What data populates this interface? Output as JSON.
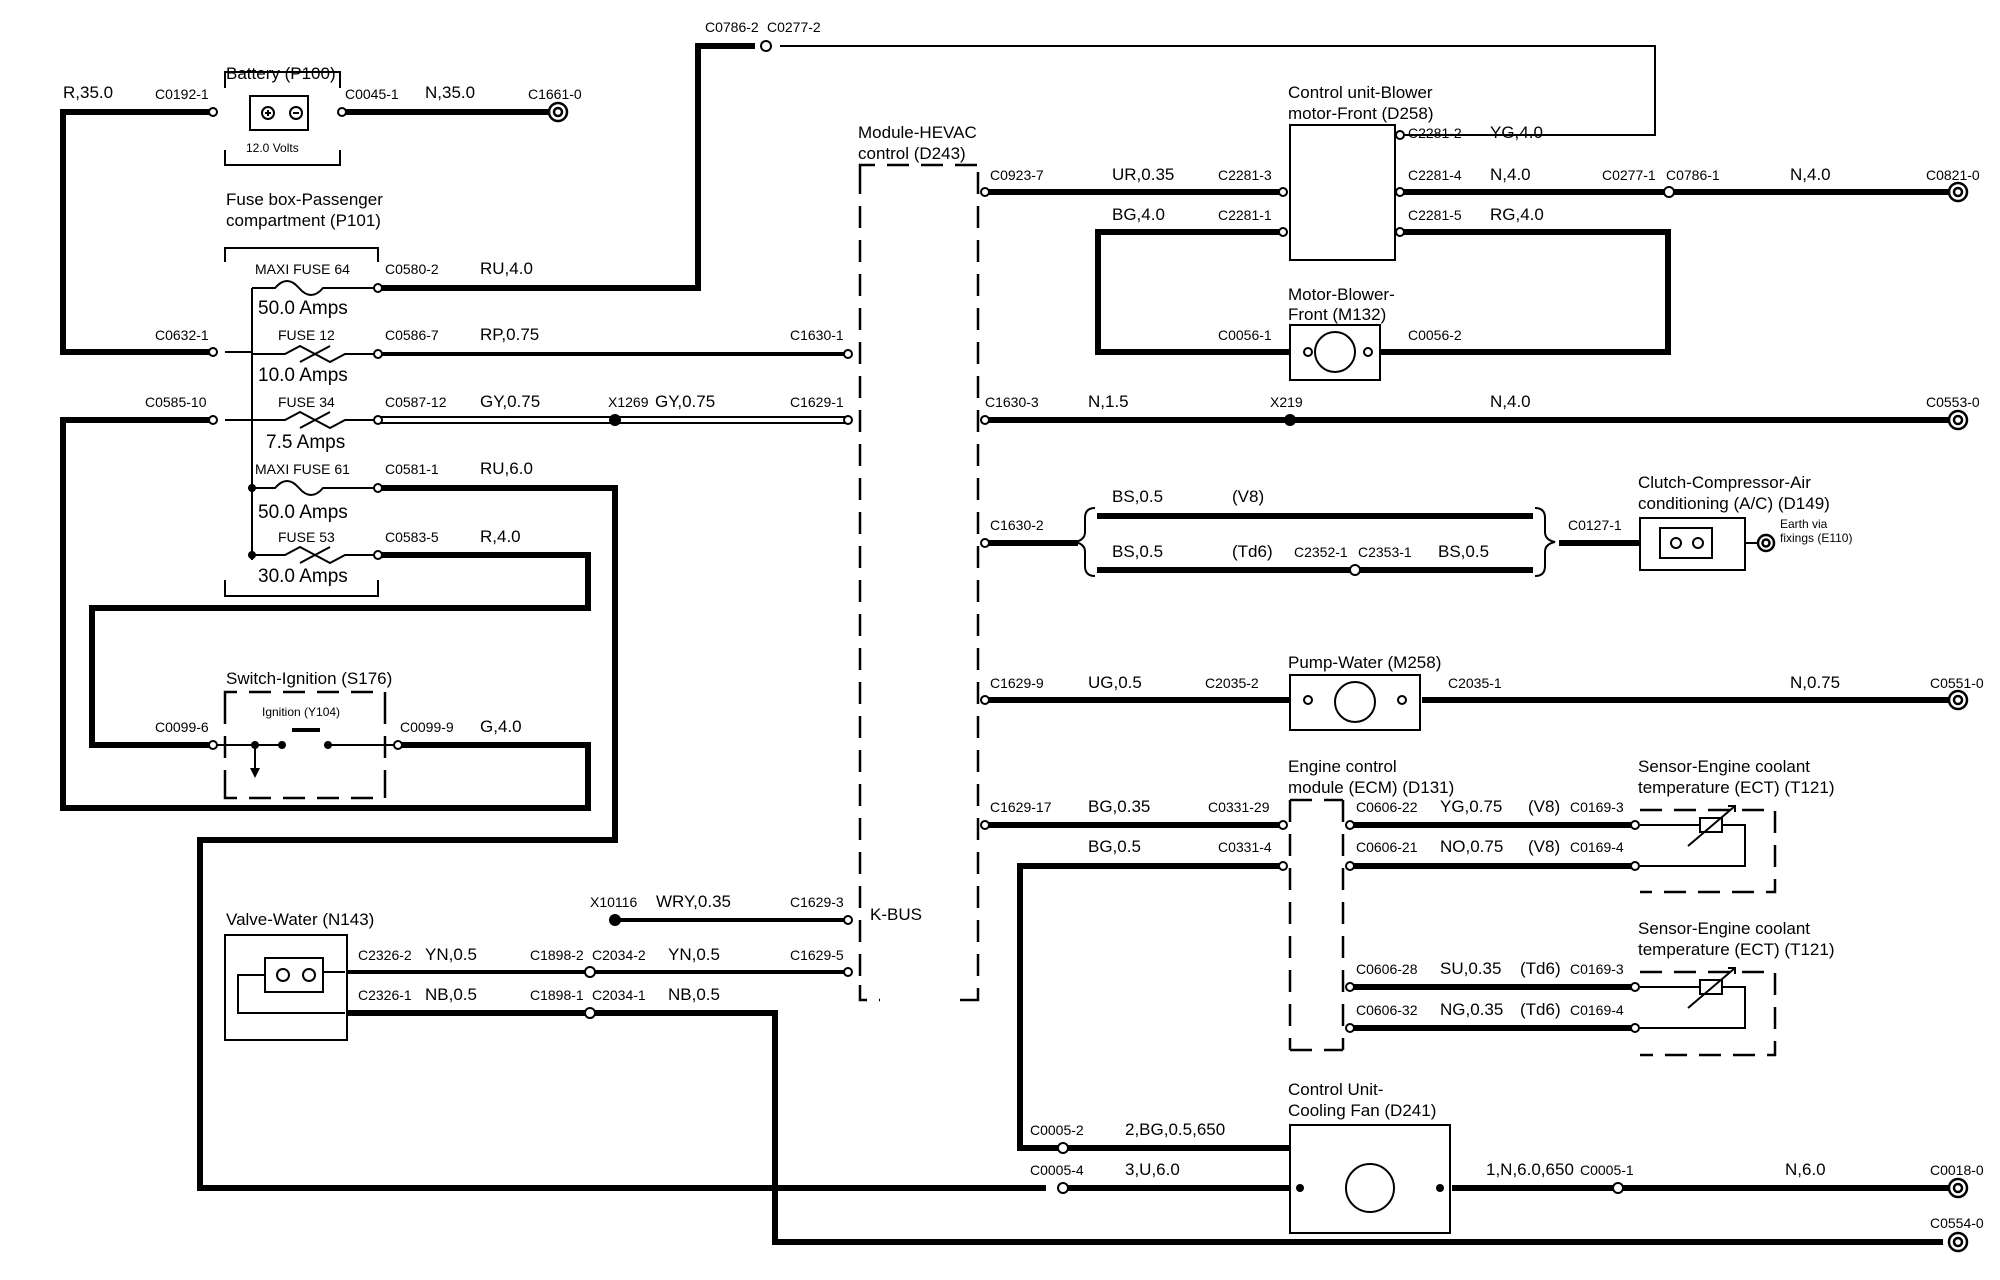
{
  "components": {
    "battery": {
      "name": "Battery (P100)",
      "rating": "12.0 Volts"
    },
    "fuse_box": {
      "name_line1": "Fuse box-Passenger",
      "name_line2": "compartment (P101)"
    },
    "fuse_maxi64": {
      "name": "MAXI FUSE 64",
      "amps": "50.0 Amps"
    },
    "fuse_12": {
      "name": "FUSE 12",
      "amps": "10.0 Amps"
    },
    "fuse_34": {
      "name": "FUSE 34",
      "amps": "7.5 Amps"
    },
    "fuse_maxi61": {
      "name": "MAXI FUSE 61",
      "amps": "50.0 Amps"
    },
    "fuse_53": {
      "name": "FUSE 53",
      "amps": "30.0 Amps"
    },
    "ignition_switch": {
      "name": "Switch-Ignition (S176)",
      "contact": "Ignition (Y104)"
    },
    "valve_water": {
      "name": "Valve-Water (N143)"
    },
    "hevac": {
      "name_line1": "Module-HEVAC",
      "name_line2": "control (D243)",
      "kbus": "K-BUS"
    },
    "blower_control": {
      "name_line1": "Control unit-Blower",
      "name_line2": "motor-Front (D258)"
    },
    "blower_motor": {
      "name_line1": "Motor-Blower-",
      "name_line2": "Front (M132)"
    },
    "clutch": {
      "name_line1": "Clutch-Compressor-Air",
      "name_line2": "conditioning (A/C) (D149)",
      "earth_line1": "Earth via",
      "earth_line2": "fixings (E110)"
    },
    "pump": {
      "name": "Pump-Water (M258)"
    },
    "ecm": {
      "name_line1": "Engine control",
      "name_line2": "module (ECM) (D131)"
    },
    "ect1": {
      "name_line1": "Sensor-Engine coolant",
      "name_line2": "temperature (ECT) (T121)"
    },
    "ect2": {
      "name_line1": "Sensor-Engine coolant",
      "name_line2": "temperature (ECT) (T121)"
    },
    "cooling_fan": {
      "name_line1": "Control Unit-",
      "name_line2": "Cooling Fan (D241)"
    }
  },
  "connectors": {
    "c0192_1": "C0192-1",
    "c0045_1": "C0045-1",
    "c1661_0": "C1661-0",
    "c0786_2_top": "C0786-2",
    "c0277_2": "C0277-2",
    "c0580_2": "C0580-2",
    "c0632_1": "C0632-1",
    "c0586_7": "C0586-7",
    "c1630_1": "C1630-1",
    "c0585_10": "C0585-10",
    "c0587_12": "C0587-12",
    "x1269": "X1269",
    "c1629_1": "C1629-1",
    "c0581_1": "C0581-1",
    "c0583_5": "C0583-5",
    "c0099_6": "C0099-6",
    "c0099_9": "C0099-9",
    "x10116": "X10116",
    "c1629_3": "C1629-3",
    "c2326_2": "C2326-2",
    "c1898_2": "C1898-2",
    "c2034_2": "C2034-2",
    "c1629_5": "C1629-5",
    "c2326_1": "C2326-1",
    "c1898_1": "C1898-1",
    "c2034_1": "C2034-1",
    "c0923_7": "C0923-7",
    "c2281_3": "C2281-3",
    "c2281_1": "C2281-1",
    "c2281_2": "C2281-2",
    "c2281_4": "C2281-4",
    "c2281_5": "C2281-5",
    "c0277_1": "C0277-1",
    "c0786_1": "C0786-1",
    "c0821_0": "C0821-0",
    "c0056_1": "C0056-1",
    "c0056_2": "C0056-2",
    "c1630_3": "C1630-3",
    "x219": "X219",
    "c0553_0": "C0553-0",
    "c1630_2": "C1630-2",
    "c2352_1": "C2352-1",
    "c2353_1": "C2353-1",
    "c0127_1": "C0127-1",
    "c1629_9": "C1629-9",
    "c2035_2": "C2035-2",
    "c2035_1": "C2035-1",
    "c0551_0": "C0551-0",
    "c1629_17": "C1629-17",
    "c0331_29": "C0331-29",
    "c0331_4": "C0331-4",
    "c0606_22": "C0606-22",
    "c0606_21": "C0606-21",
    "c0606_28": "C0606-28",
    "c0606_32": "C0606-32",
    "c0169_3a": "C0169-3",
    "c0169_4a": "C0169-4",
    "c0169_3b": "C0169-3",
    "c0169_4b": "C0169-4",
    "c0005_2": "C0005-2",
    "c0005_4": "C0005-4",
    "c0005_1": "C0005-1",
    "c0018_0": "C0018-0",
    "c0554_0": "C0554-0"
  },
  "wires": {
    "r35": "R,35.0",
    "n35": "N,35.0",
    "ru4": "RU,4.0",
    "rp075": "RP,0.75",
    "gy075a": "GY,0.75",
    "gy075b": "GY,0.75",
    "ru6": "RU,6.0",
    "r4": "R,4.0",
    "g4": "G,4.0",
    "wry035": "WRY,0.35",
    "yn05a": "YN,0.5",
    "yn05b": "YN,0.5",
    "nb05a": "NB,0.5",
    "nb05b": "NB,0.5",
    "ur035": "UR,0.35",
    "bg4": "BG,4.0",
    "yg4": "YG,4.0",
    "n4a": "N,4.0",
    "n4b": "N,4.0",
    "rg4": "RG,4.0",
    "n15": "N,1.5",
    "n4c": "N,4.0",
    "bs05a": "BS,0.5",
    "v8a": "(V8)",
    "bs05b": "BS,0.5",
    "td6a": "(Td6)",
    "bs05c": "BS,0.5",
    "ug05": "UG,0.5",
    "n075": "N,0.75",
    "bg035": "BG,0.35",
    "bg05": "BG,0.5",
    "yg075": "YG,0.75",
    "v8b": "(V8)",
    "no075": "NO,0.75",
    "v8c": "(V8)",
    "su035": "SU,0.35",
    "td6b": "(Td6)",
    "ng035": "NG,0.35",
    "td6c": "(Td6)",
    "bg05_650": "2,BG,0.5,650",
    "u6": "3,U,6.0",
    "n6_650": "1,N,6.0,650",
    "n6": "N,6.0"
  }
}
